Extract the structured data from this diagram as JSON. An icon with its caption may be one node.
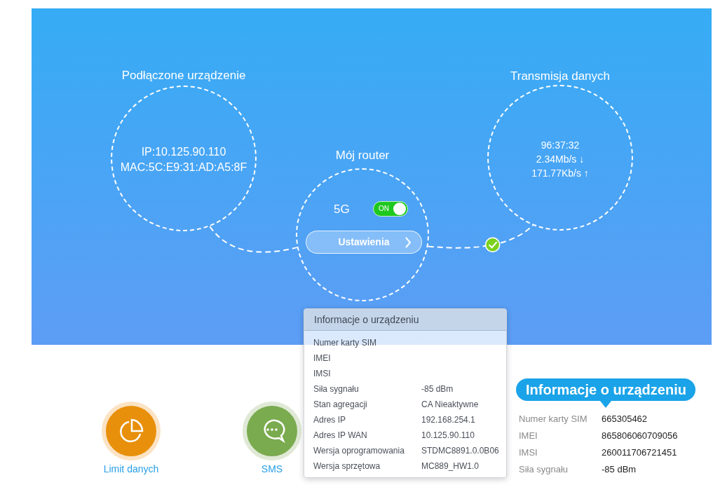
{
  "diagram": {
    "nodes": [
      {
        "text": [
          "Podłączone urządzenie",
          "IP:10.125.90.110",
          "MAC:5C:E9:31:AD:A5:8F"
        ]
      },
      {
        "text": [
          "Mój router",
          "5G",
          "ON",
          "Ustawienia"
        ]
      },
      {
        "text": [
          "Transmisja danych",
          "96:37:32",
          "2.34Mb/s ↓",
          "171.77Kb/s ↑"
        ]
      },
      {
        "text": [
          "Informacje o urządzeniu"
        ]
      },
      {
        "text": [
          "Informacje o urządzeniu"
        ]
      },
      {
        "text": [
          "Limit danych"
        ]
      },
      {
        "text": [
          "SMS"
        ]
      }
    ],
    "edges": [
      {
        "from": 0,
        "to": 1,
        "arrow": "none",
        "style": "dashed"
      },
      {
        "from": 1,
        "to": 2,
        "arrow": "none",
        "style": "dashed"
      }
    ],
    "labels": [
      "Numer karty SIM",
      "IMEI",
      "IMSI",
      "Siła sygnału",
      "-85 dBm",
      "Stan agregacji",
      "CA Nieaktywne",
      "Adres IP",
      "192.168.254.1",
      "Adres IP WAN",
      "10.125.90.110",
      "Wersja oprogramowania",
      "STDMC8891.0.0B06",
      "Wersja sprzętowa",
      "MC889_HW1.0",
      "Numer karty SIM",
      "665305462",
      "IMEI",
      "865806060709056",
      "IMSI",
      "260011706721451",
      "Siła sygnału",
      "-85 dBm"
    ]
  }
}
